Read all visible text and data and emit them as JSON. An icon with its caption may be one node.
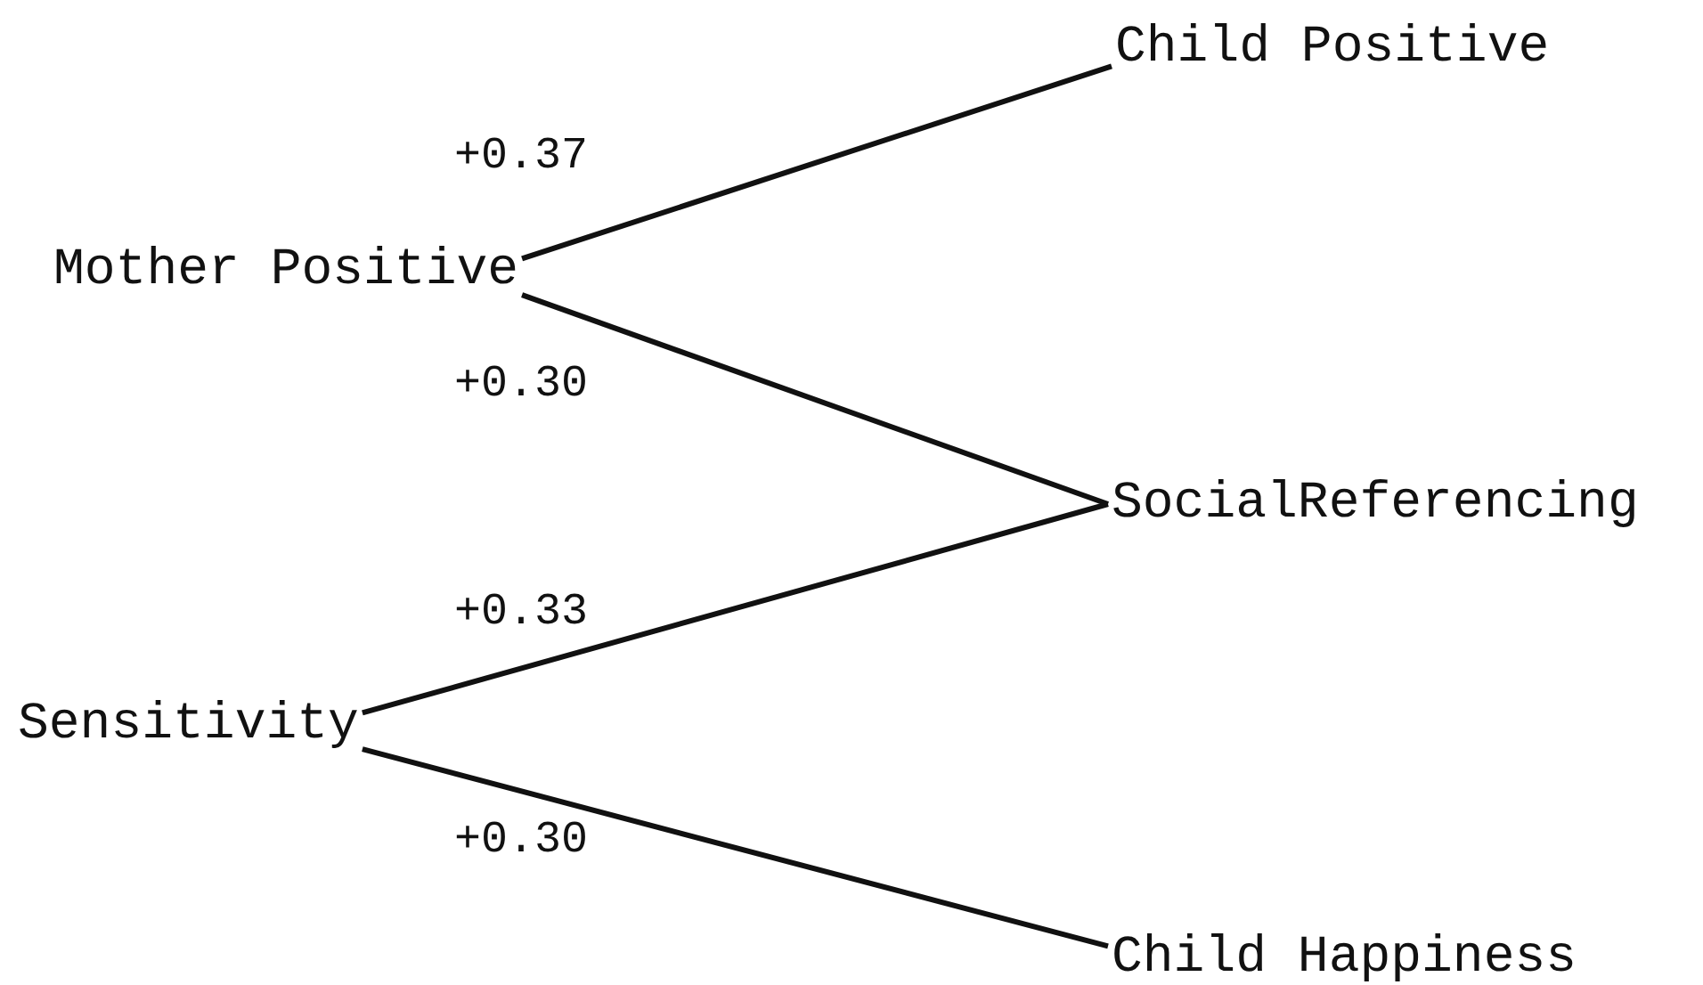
{
  "diagram": {
    "nodes": [
      {
        "text": [
          "Child Positive"
        ]
      },
      {
        "text": [
          "Mother Positive"
        ]
      },
      {
        "text": [
          "SocialReferencing"
        ]
      },
      {
        "text": [
          "Sensitivity"
        ]
      },
      {
        "text": [
          "Child Happiness"
        ]
      }
    ],
    "edges": [
      {
        "from": 1,
        "to": 0,
        "arrow": "none",
        "label": "+0.37"
      },
      {
        "from": 1,
        "to": 2,
        "arrow": "none",
        "label": "+0.30"
      },
      {
        "from": 3,
        "to": 2,
        "arrow": "none",
        "label": "+0.33"
      },
      {
        "from": 3,
        "to": 4,
        "arrow": "none",
        "label": "+0.30"
      }
    ]
  }
}
